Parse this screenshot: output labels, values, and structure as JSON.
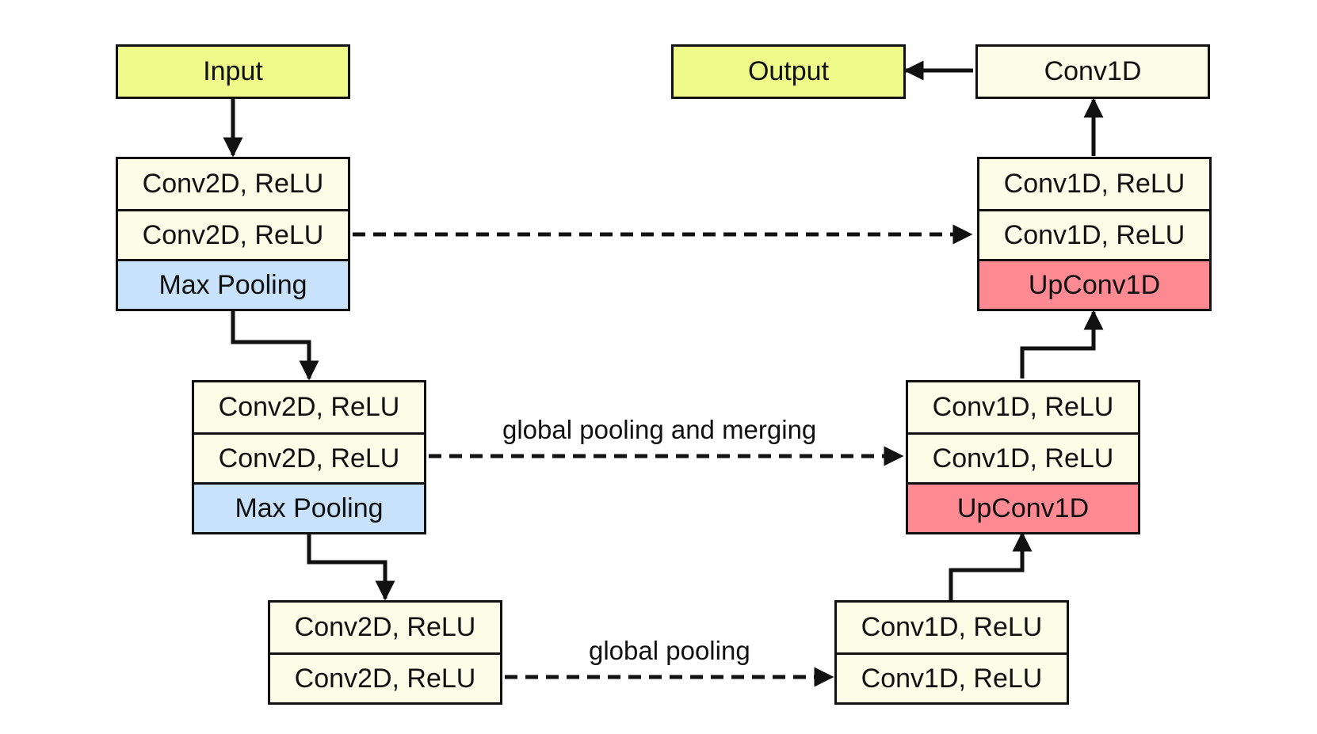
{
  "io": {
    "input": "Input",
    "output": "Output",
    "final_conv": "Conv1D"
  },
  "encoder": {
    "level1": [
      "Conv2D, ReLU",
      "Conv2D, ReLU",
      "Max Pooling"
    ],
    "level2": [
      "Conv2D, ReLU",
      "Conv2D, ReLU",
      "Max Pooling"
    ],
    "level3": [
      "Conv2D, ReLU",
      "Conv2D, ReLU"
    ]
  },
  "decoder": {
    "level1": [
      "Conv1D, ReLU",
      "Conv1D, ReLU",
      "UpConv1D"
    ],
    "level2": [
      "Conv1D, ReLU",
      "Conv1D, ReLU",
      "UpConv1D"
    ],
    "level3": [
      "Conv1D, ReLU",
      "Conv1D, ReLU"
    ]
  },
  "connections": {
    "level2_label": "global pooling and merging",
    "level3_label": "global pooling"
  },
  "colors": {
    "io": "#eefa8a",
    "conv": "#fbfde6",
    "pooling": "#c9e2fc",
    "upconv": "#fd8a93",
    "line": "#111111"
  }
}
